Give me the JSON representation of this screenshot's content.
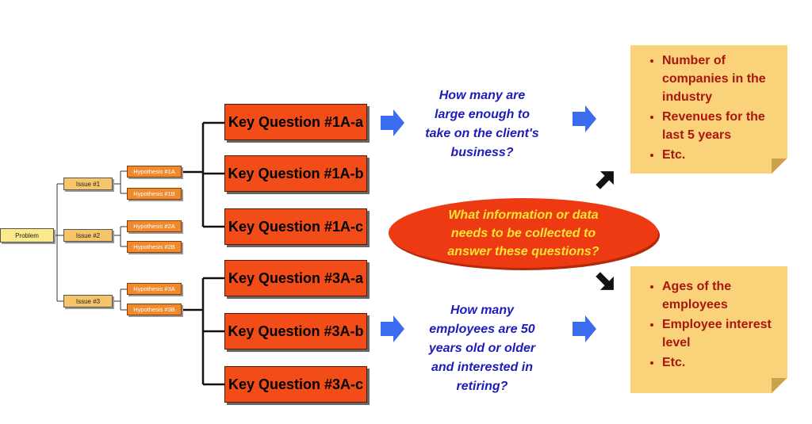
{
  "tree": {
    "problem": "Problem",
    "issues": [
      "Issue #1",
      "Issue #2",
      "Issue #3"
    ],
    "hypotheses": [
      "Hypothesis #1A",
      "Hypothesis #1B",
      "Hypothesis #2A",
      "Hypothesis #2B",
      "Hypothesis #3A",
      "Hypothesis #3B"
    ]
  },
  "key_questions": [
    "Key Question #1A-a",
    "Key Question #1A-b",
    "Key Question #1A-c",
    "Key Question #3A-a",
    "Key Question #3A-b",
    "Key Question #3A-c"
  ],
  "questions": {
    "top": [
      "How many are",
      "large enough to",
      "take on the client's",
      "business?"
    ],
    "bottom": [
      "How many",
      "employees are 50",
      "years old or older",
      "and interested in",
      "retiring?"
    ]
  },
  "center": [
    "What information or data",
    "needs to be collected to",
    "answer these questions?"
  ],
  "notes": {
    "top": [
      "Number of companies in the industry",
      "Revenues for the last 5 years",
      "Etc."
    ],
    "bottom": [
      "Ages of the employees",
      "Employee interest level",
      "Etc."
    ]
  },
  "colors": {
    "key_question": "#f24d18",
    "question_text": "#1f1bb8",
    "ellipse": "#ee3a12",
    "ellipse_text": "#ffe433",
    "note_fill": "#fad27a",
    "note_text": "#a8170e",
    "arrow": "#3b6cf0"
  }
}
